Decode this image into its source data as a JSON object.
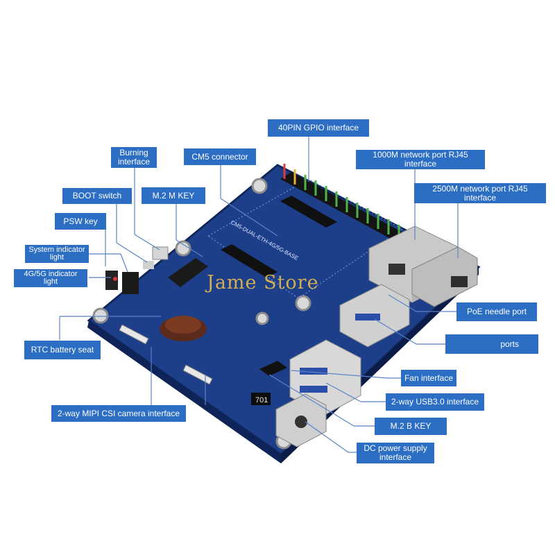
{
  "diagram": {
    "board_silkscreen": "CM5-DUAL-ETH-4G/5G-BASE",
    "connector_mark": "701",
    "watermark": "Jame Store",
    "labels": {
      "gpio": "40PIN GPIO interface",
      "rj45_1000": "1000M network port RJ45\ninterface",
      "cm5_connector": "CM5 connector",
      "burning": "Burning\ninterface",
      "rj45_2500": "2500M network port RJ45\ninterface",
      "m2_m_key": "M.2 M KEY",
      "boot_switch": "BOOT switch",
      "psw_key": "PSW key",
      "sys_indicator": "System indicator\nlight",
      "indicator_4g5g": "4G/5G indicator\nlight",
      "poe": "PoE needle port",
      "rtc": "RTC battery seat",
      "ports": "ports",
      "fan": "Fan interface",
      "mipi_csi": "2-way MIPI CSI camera interface",
      "usb3": "2-way USB3.0 interface",
      "m2_b_key": "M.2 B KEY",
      "dc_power": "DC power supply\ninterface"
    }
  }
}
